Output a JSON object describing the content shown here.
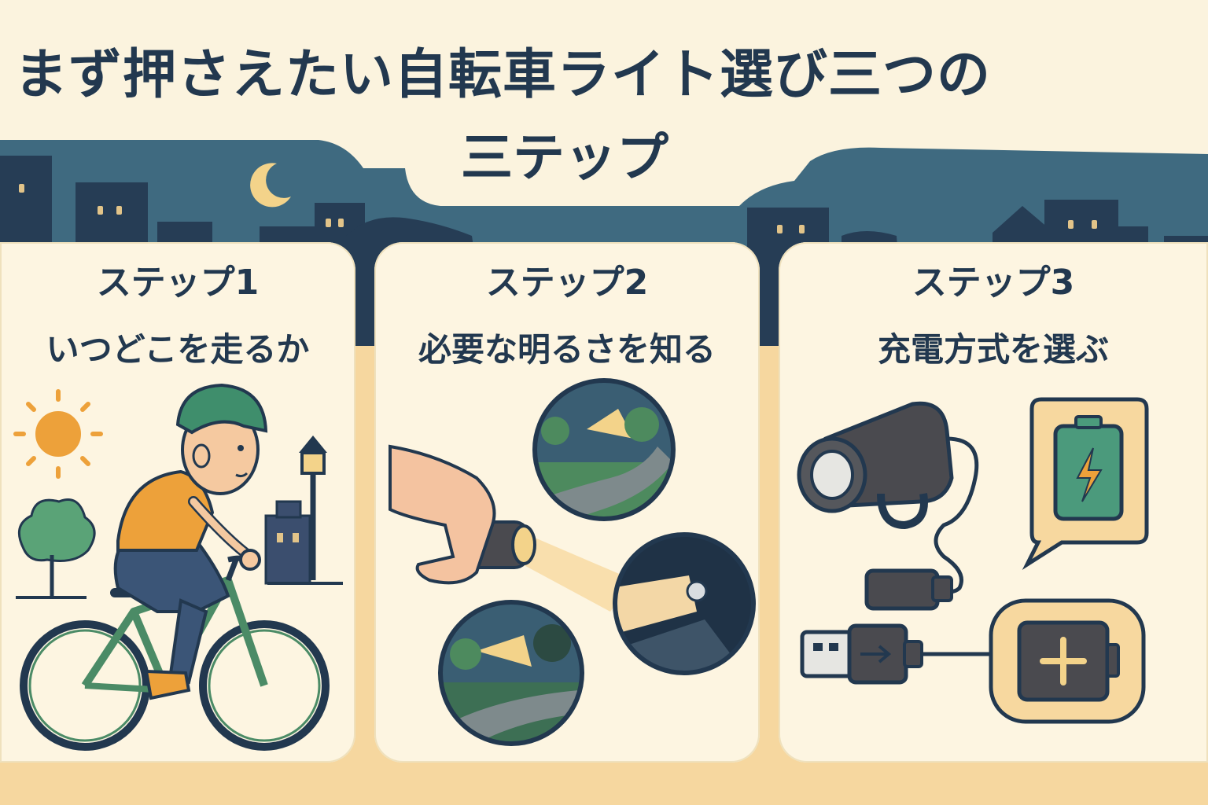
{
  "title": {
    "line1": "まず押さえたい自転車ライト選び三つの",
    "line2": "三テップ"
  },
  "steps": [
    {
      "label": "ステップ1",
      "heading": "いつどこを走るか"
    },
    {
      "label": "ステップ2",
      "heading": "必要な明るさを知る"
    },
    {
      "label": "ステップ3",
      "heading": "充電方式を選ぶ"
    }
  ],
  "colors": {
    "background": "#fbf3de",
    "panel": "#fdf5e1",
    "night_sky": "#3f6a80",
    "silhouette": "#263d55",
    "text": "#22384f",
    "sand": "#f6d79f",
    "accent_orange": "#eda13a",
    "accent_green": "#5aa377"
  },
  "icons": [
    "moon-icon",
    "sun-icon",
    "tree-icon",
    "street-lamp-icon",
    "cyclist-icon",
    "hand-flashlight-icon",
    "bike-light-icon",
    "battery-charge-icon",
    "usb-plug-icon",
    "battery-plus-icon"
  ]
}
